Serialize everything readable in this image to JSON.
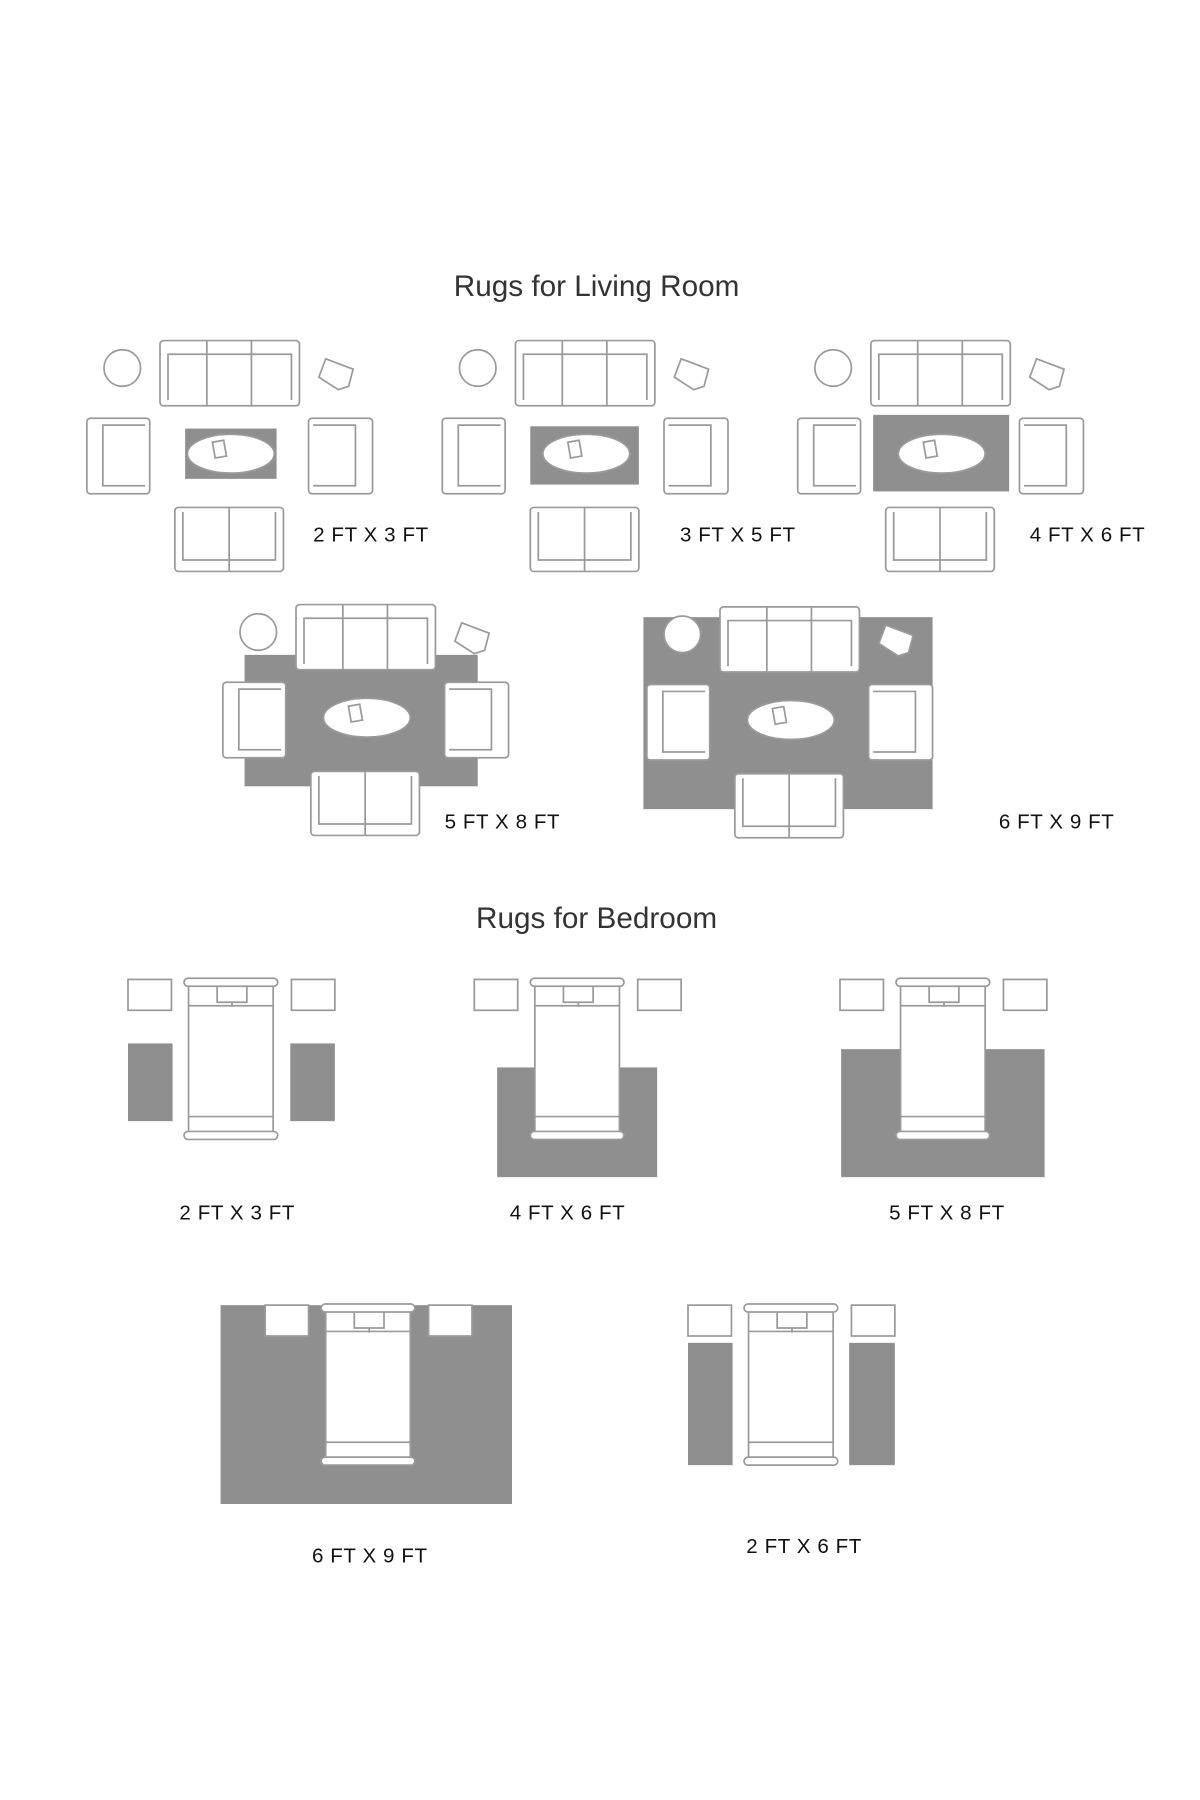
{
  "living_room": {
    "title": "Rugs for Living Room",
    "sizes": [
      "2 FT X 3 FT",
      "3 FT X 5 FT",
      "4 FT X 6 FT",
      "5 FT X 8 FT",
      "6 FT X 9 FT"
    ]
  },
  "bedroom": {
    "title": "Rugs for Bedroom",
    "sizes": [
      "2 FT X 3 FT",
      "4 FT X 6 FT",
      "5 FT X 8 FT",
      "6 FT X 9 FT",
      "2 FT X 6 FT"
    ]
  },
  "colors": {
    "rug": "#8f8f8f",
    "outline": "#9a9a9a"
  }
}
